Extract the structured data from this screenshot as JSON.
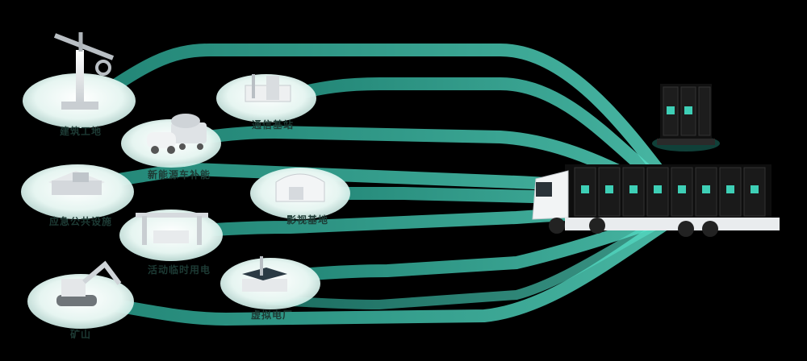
{
  "scenes": [
    {
      "id": "construction",
      "label": "建筑工地",
      "icon": "tower-crane-icon"
    },
    {
      "id": "ev-charging",
      "label": "新能源车补能",
      "icon": "ev-car-icon"
    },
    {
      "id": "base-station",
      "label": "通信基站",
      "icon": "base-station-icon"
    },
    {
      "id": "public-lab",
      "label": "应急公共设施",
      "icon": "public-building-icon"
    },
    {
      "id": "film-studio",
      "label": "影视基地",
      "icon": "studio-tent-icon"
    },
    {
      "id": "event-venue",
      "label": "活动临时用电",
      "icon": "stage-truss-icon"
    },
    {
      "id": "mining",
      "label": "矿山",
      "icon": "excavator-icon"
    },
    {
      "id": "virtual-plant",
      "label": "虚拟电厂",
      "icon": "solar-plant-icon"
    }
  ],
  "colors": {
    "background": "#000000",
    "accent": "#3ecfb6",
    "pad": "#e8f6f3",
    "label": "#1d3a34"
  },
  "equipment": {
    "mobile_unit": "mobile-storage-cabinet-icon",
    "truck": "energy-storage-truck-icon"
  }
}
